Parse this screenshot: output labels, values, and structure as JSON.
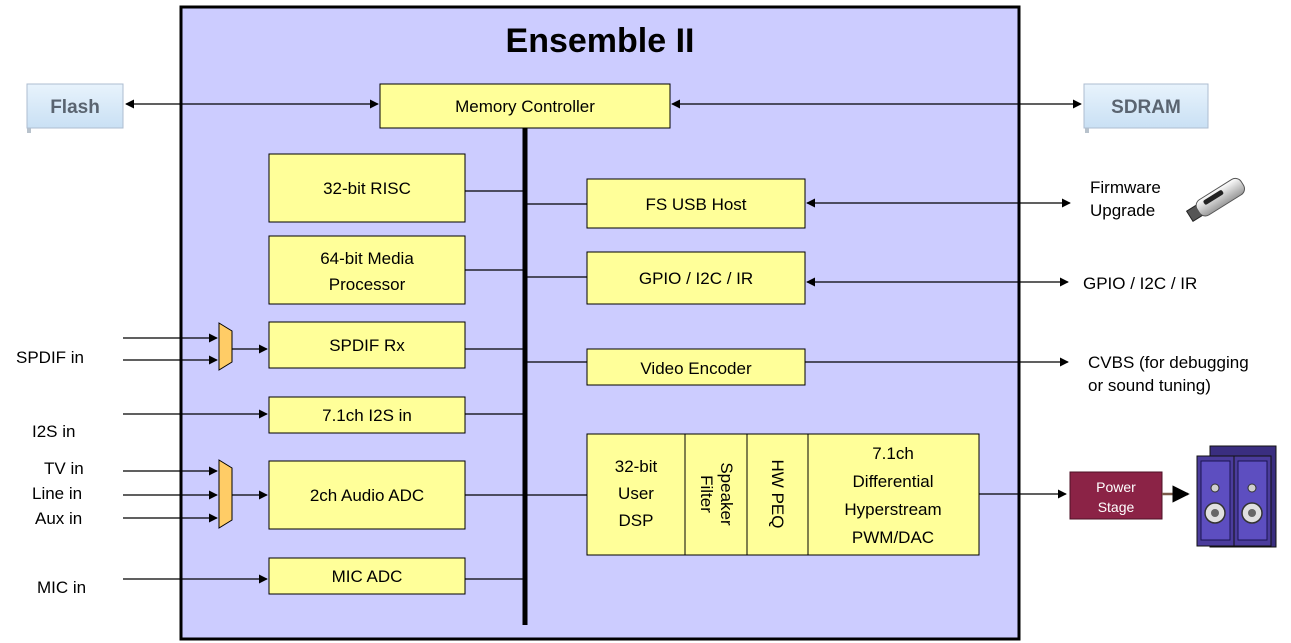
{
  "chip": {
    "title": "Ensemble II"
  },
  "memory": {
    "flash": "Flash",
    "sdram": "SDRAM",
    "controller": "Memory Controller"
  },
  "left_blocks": {
    "risc": "32-bit RISC",
    "media": [
      "64-bit Media",
      "Processor"
    ],
    "spdif_rx": "SPDIF Rx",
    "i2s": "7.1ch I2S in",
    "adc": "2ch Audio ADC",
    "mic_adc": "MIC ADC"
  },
  "right_blocks": {
    "usb": "FS USB Host",
    "gpio": "GPIO / I2C / IR",
    "video": "Video Encoder",
    "dsp": [
      "32-bit",
      "User",
      "DSP"
    ],
    "speaker_filter": [
      "Speaker",
      "Filter"
    ],
    "hw_peq": "HW PEQ",
    "pwm": [
      "7.1ch",
      "Differential",
      "Hyperstream",
      "PWM/DAC"
    ]
  },
  "inputs": {
    "spdif": "SPDIF in",
    "i2s": "I2S in",
    "tv": "TV in",
    "line": "Line in",
    "aux": "Aux in",
    "mic": "MIC in"
  },
  "outputs": {
    "firmware": [
      "Firmware",
      "Upgrade"
    ],
    "gpio": "GPIO / I2C / IR",
    "cvbs": [
      "CVBS (for debugging",
      "or sound tuning)"
    ],
    "power_stage": [
      "Power",
      "Stage"
    ]
  },
  "icons": {
    "usb": "usb-stick-icon",
    "speakers": "speaker-pair-icon"
  },
  "colors": {
    "chip_fill": "#ccccff",
    "block_fill": "#ffff99",
    "memory_fill": "#dcecfa",
    "power_stage": "#8b2346",
    "speaker": "#4b3c9c"
  }
}
